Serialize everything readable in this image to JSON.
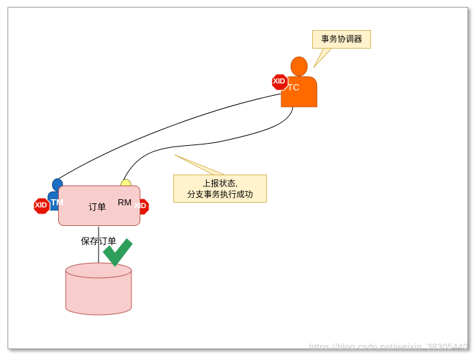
{
  "tc": {
    "label": "TC",
    "tag": "XID"
  },
  "tc_callout": {
    "text": "事务协调器"
  },
  "status_callout": {
    "line1": "上报状态,",
    "line2": "分支事务执行成功"
  },
  "order": {
    "label": "订单",
    "tm": {
      "label": "TM",
      "tag": "XID"
    },
    "rm": {
      "label": "RM",
      "tag": "XID"
    }
  },
  "save_label": "保存订单",
  "watermark": "https://blog.csdn.net/weixin_38305440",
  "colors": {
    "tc_actor": "#ff6a00",
    "tm_actor": "#1a6fc2",
    "rm_actor": "#ffff88",
    "xid_badge": "#e51400",
    "callout_fill": "#fff2cc",
    "callout_stroke": "#d6b656",
    "order_fill": "#f8cecc",
    "order_stroke": "#b85450",
    "check": "#2e9e5b"
  },
  "icons": [
    "stop-sign-icon",
    "user-icon",
    "checkmark-icon",
    "database-icon"
  ]
}
